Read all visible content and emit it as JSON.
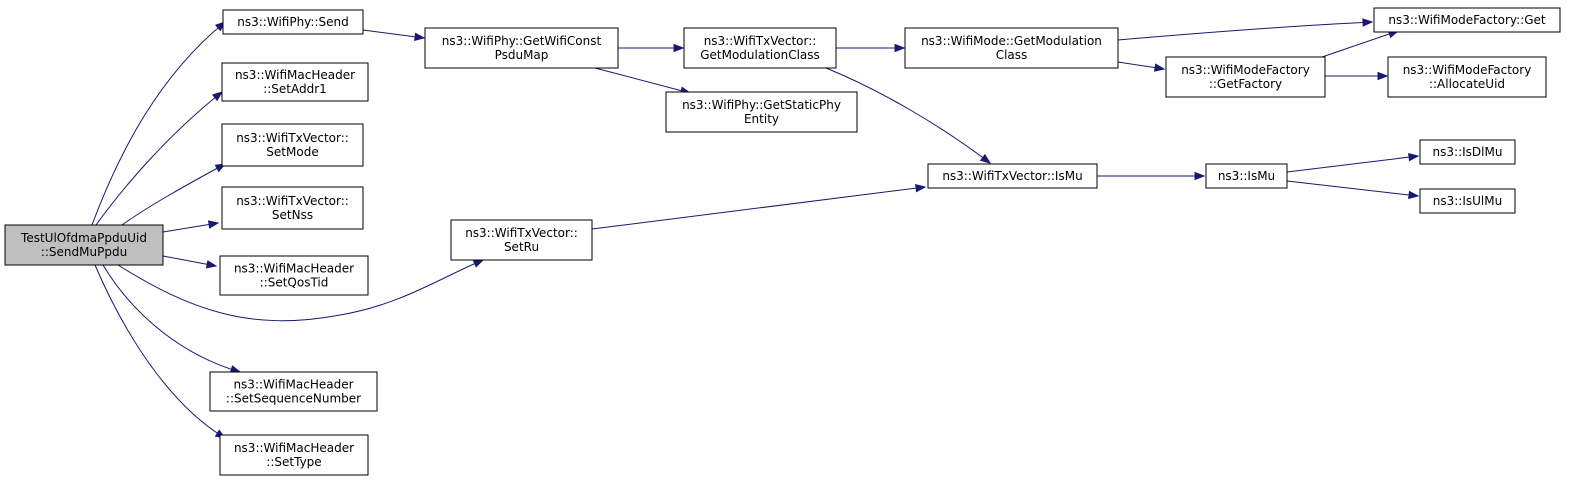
{
  "nodes": {
    "root": [
      "TestUlOfdmaPpduUid",
      "::SendMuPpdu"
    ],
    "send": [
      "ns3::WifiPhy::Send"
    ],
    "setaddr1": [
      "ns3::WifiMacHeader",
      "::SetAddr1"
    ],
    "setmode": [
      "ns3::WifiTxVector::",
      "SetMode"
    ],
    "setnss": [
      "ns3::WifiTxVector::",
      "SetNss"
    ],
    "setqostid": [
      "ns3::WifiMacHeader",
      "::SetQosTid"
    ],
    "setseq": [
      "ns3::WifiMacHeader",
      "::SetSequenceNumber"
    ],
    "settype": [
      "ns3::WifiMacHeader",
      "::SetType"
    ],
    "setru": [
      "ns3::WifiTxVector::",
      "SetRu"
    ],
    "getconst": [
      "ns3::WifiPhy::GetWifiConst",
      "PsduMap"
    ],
    "getstatic": [
      "ns3::WifiPhy::GetStaticPhy",
      "Entity"
    ],
    "txmodclass": [
      "ns3::WifiTxVector::",
      "GetModulationClass"
    ],
    "modemodclass": [
      "ns3::WifiMode::GetModulation",
      "Class"
    ],
    "ismu_tx": [
      "ns3::WifiTxVector::IsMu"
    ],
    "getfactory": [
      "ns3::WifiModeFactory",
      "::GetFactory"
    ],
    "factoryget": [
      "ns3::WifiModeFactory::Get"
    ],
    "allocuid": [
      "ns3::WifiModeFactory",
      "::AllocateUid"
    ],
    "ismu": [
      "ns3::IsMu"
    ],
    "isdlmu": [
      "ns3::IsDlMu"
    ],
    "isulmu": [
      "ns3::IsUlMu"
    ]
  },
  "edges": [
    [
      "root",
      "send"
    ],
    [
      "root",
      "setaddr1"
    ],
    [
      "root",
      "setmode"
    ],
    [
      "root",
      "setnss"
    ],
    [
      "root",
      "setqostid"
    ],
    [
      "root",
      "setru"
    ],
    [
      "root",
      "setseq"
    ],
    [
      "root",
      "settype"
    ],
    [
      "send",
      "getconst"
    ],
    [
      "getconst",
      "txmodclass"
    ],
    [
      "getconst",
      "getstatic"
    ],
    [
      "txmodclass",
      "modemodclass"
    ],
    [
      "txmodclass",
      "ismu_tx"
    ],
    [
      "modemodclass",
      "factoryget"
    ],
    [
      "modemodclass",
      "getfactory"
    ],
    [
      "getfactory",
      "factoryget"
    ],
    [
      "getfactory",
      "allocuid"
    ],
    [
      "setru",
      "ismu_tx"
    ],
    [
      "ismu_tx",
      "ismu"
    ],
    [
      "ismu",
      "isdlmu"
    ],
    [
      "ismu",
      "isulmu"
    ]
  ],
  "colors": {
    "edge": "#191970",
    "node_border": "#000000",
    "node_fill": "#ffffff",
    "root_fill": "#bfbfbf"
  }
}
